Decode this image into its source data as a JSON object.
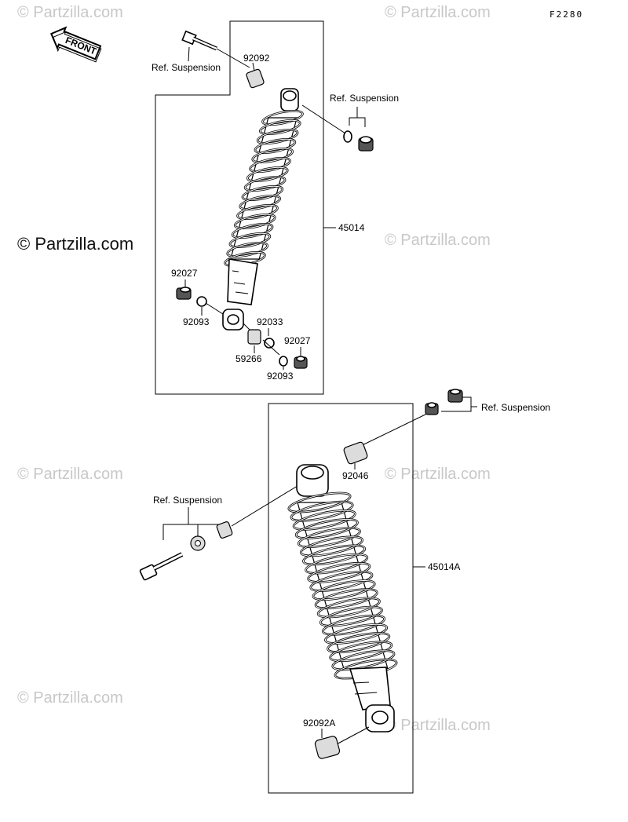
{
  "diagram_code": "F2280",
  "front_label": "FRONT",
  "watermark": "© Partzilla.com",
  "labels": {
    "ref_suspension": "Ref. Suspension",
    "p92092": "92092",
    "p45014": "45014",
    "p92027": "92027",
    "p92093": "92093",
    "p92033": "92033",
    "p59266": "59266",
    "p92046": "92046",
    "p45014A": "45014A",
    "p92092A": "92092A"
  }
}
